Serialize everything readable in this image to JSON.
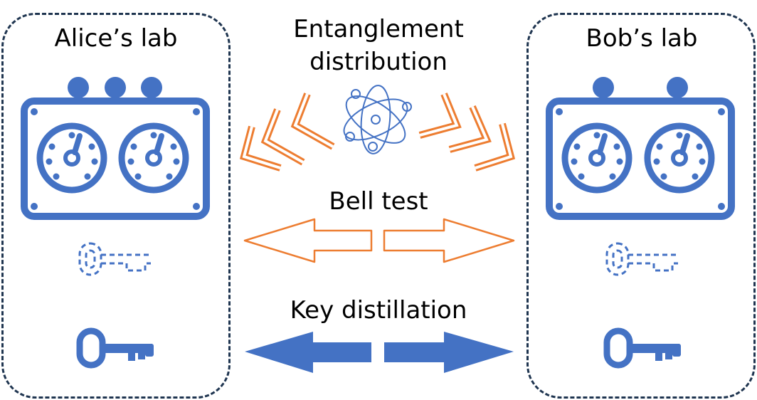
{
  "labs": {
    "alice": {
      "title": "Alice’s lab",
      "detector_count": 3
    },
    "bob": {
      "title": "Bob’s lab",
      "detector_count": 2
    }
  },
  "channels": {
    "entanglement": {
      "line1": "Entanglement",
      "line2": "distribution"
    },
    "bell_test": {
      "label": "Bell test"
    },
    "key_distillation": {
      "label": "Key distillation"
    }
  },
  "colors": {
    "device": "#4472c4",
    "arrow_orange": "#ed7d31",
    "arrow_blue": "#4472c4",
    "lab_border": "#1f3550"
  },
  "icons": {
    "device": "measurement-device-icon",
    "partial_key": "dashed-key-icon",
    "key": "key-icon",
    "source": "atom-source-icon"
  }
}
